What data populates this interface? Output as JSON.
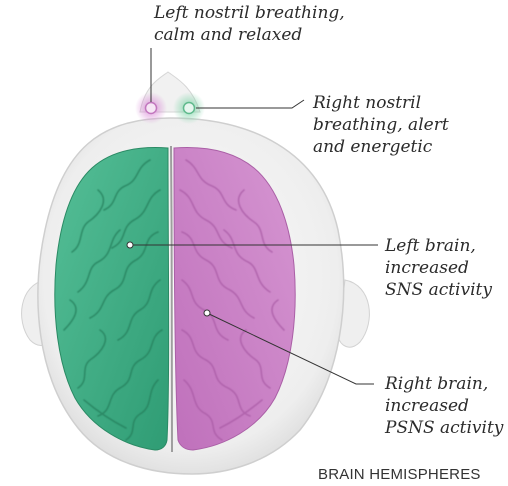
{
  "labels": {
    "left_nostril": [
      "Left nostril breathing,",
      "calm and relaxed"
    ],
    "right_nostril": [
      "Right nostril",
      "breathing, alert",
      "and energetic"
    ],
    "left_brain": [
      "Left brain,",
      "increased",
      "SNS activity"
    ],
    "right_brain": [
      "Right brain,",
      "increased",
      "PSNS activity"
    ]
  },
  "caption": "BRAIN HEMISPHERES",
  "colors": {
    "left_hemisphere": "#3fae86",
    "right_hemisphere": "#cc82c8",
    "head": "#eeeeee",
    "left_nostril_glow": "#d98ad6",
    "right_nostril_glow": "#7fd4a8",
    "leader_line": "#333333"
  }
}
